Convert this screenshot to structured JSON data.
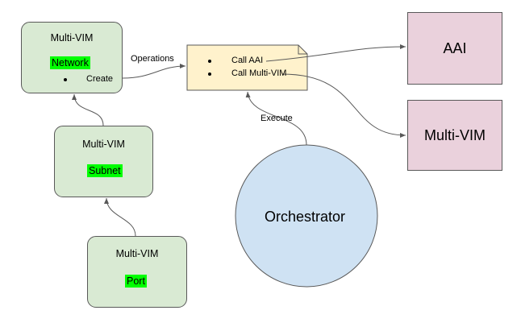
{
  "network_box": {
    "title": "Multi-VIM",
    "highlight": "Network",
    "item": "Create"
  },
  "subnet_box": {
    "title": "Multi-VIM",
    "highlight": "Subnet"
  },
  "port_box": {
    "title": "Multi-VIM",
    "highlight": "Port"
  },
  "operations_note": {
    "items": [
      "Call AAI",
      "Call Multi-VIM"
    ]
  },
  "aai_box": {
    "label": "AAI"
  },
  "multivim_box": {
    "label": "Multi-VIM"
  },
  "orchestrator": {
    "label": "Orchestrator"
  },
  "edge_labels": {
    "operations": "Operations",
    "execute": "Execute"
  },
  "colors": {
    "green_box": "#d9ead3",
    "highlight": "#00ff00",
    "note_fill": "#fff2cc",
    "pink_box": "#ead1dc",
    "circle_fill": "#cfe2f3",
    "stroke": "#595959"
  }
}
